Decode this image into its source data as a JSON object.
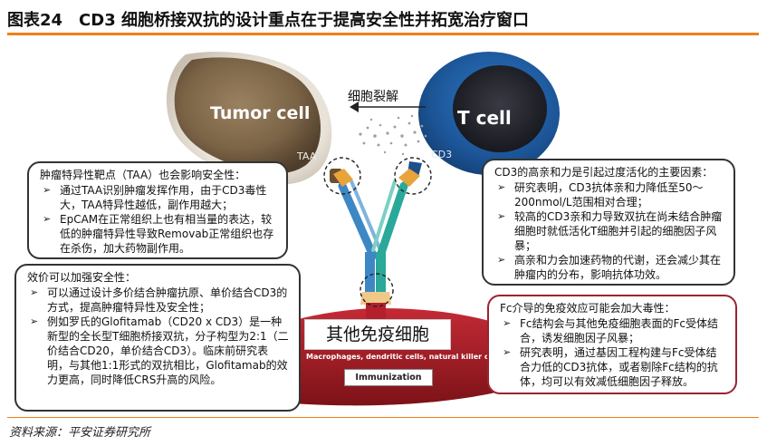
{
  "header": {
    "title": "图表24　CD3 细胞桥接双抗的设计重点在于提高安全性并拓宽治疗窗口"
  },
  "footer": {
    "source": "资料来源：平安证券研究所"
  },
  "diagram": {
    "tumor_cell_label": "Tumor cell",
    "taa_label": "TAA",
    "t_cell_label": "T cell",
    "cd3_label": "CD3",
    "lysis_label": "细胞裂解",
    "immune_cells_title": "其他免疫细胞",
    "immune_cells_sub": "Macrophages, dendritic cells, natural killer cells",
    "immunization_label": "Immunization"
  },
  "boxes": {
    "tumor_specificity": {
      "heading": "肿瘤特异性靶点（TAA）也会影响安全性：",
      "items": [
        "通过TAA识别肿瘤发挥作用，由于CD3毒性大，TAA特异性越低，副作用越大；",
        "EpCAM在正常组织上也有相当量的表达，较低的肿瘤特异性导致Removab正常组织也存在杀伤，加大药物副作用。"
      ]
    },
    "efficacy": {
      "heading": "效价可以加强安全性：",
      "items": [
        "可以通过设计多价结合肿瘤抗原、单价结合CD3的方式，提高肿瘤特异性及安全性；",
        "例如罗氏的Glofitamab（CD20 x CD3）是一种新型的全长型T细胞桥接双抗，分子构型为2:1（二价结合CD20，单价结合CD3）。临床前研究表明，与其他1:1形式的双抗相比，Glofitamab的效力更高，同时降低CRS升高的风险。"
      ]
    },
    "cd3_affinity": {
      "heading": "CD3的高亲和力是引起过度活化的主要因素：",
      "items": [
        "研究表明，CD3抗体亲和力降低至50～200nmol/L范围相对合理；",
        "较高的CD3亲和力导致双抗在尚未结合肿瘤细胞时就低活化T细胞并引起的细胞因子风暴；",
        "高亲和力会加速药物的代谢，还会减少其在肿瘤内的分布，影响抗体功效。"
      ]
    },
    "fc_effect": {
      "heading": "Fc介导的免疫效应可能会加大毒性：",
      "items": [
        "Fc结构会与其他免疫细胞表面的Fc受体结合，诱发细胞因子风暴；",
        "研究表明，通过基因工程构建与Fc受体结合力低的CD3抗体，或者剔除Fc结构的抗体，均可以有效减低细胞因子释放。"
      ]
    }
  },
  "colors": {
    "accent_orange": "#f07f1a",
    "tumor_brown": "#7b6346",
    "tcell_blue": "#1f5fa6",
    "antibody_blue": "#3d87c4",
    "antibody_teal": "#2aa89a",
    "immune_red": "#b3202c"
  }
}
